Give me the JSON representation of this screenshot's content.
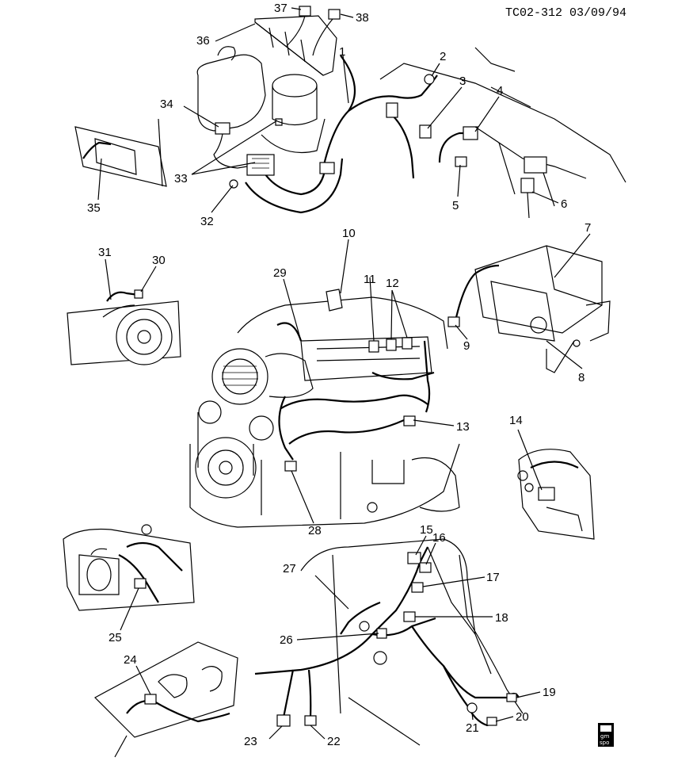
{
  "header": {
    "drawing_id": "TC02-312 03/09/94"
  },
  "callouts": [
    "1",
    "2",
    "3",
    "4",
    "5",
    "6",
    "7",
    "8",
    "9",
    "10",
    "11",
    "12",
    "13",
    "14",
    "15",
    "16",
    "17",
    "18",
    "19",
    "20",
    "21",
    "22",
    "23",
    "24",
    "25",
    "26",
    "27",
    "28",
    "29",
    "30",
    "31",
    "32",
    "33",
    "34",
    "35",
    "36",
    "37",
    "38"
  ],
  "logo": {
    "line1": "gm",
    "line2": "spo"
  }
}
